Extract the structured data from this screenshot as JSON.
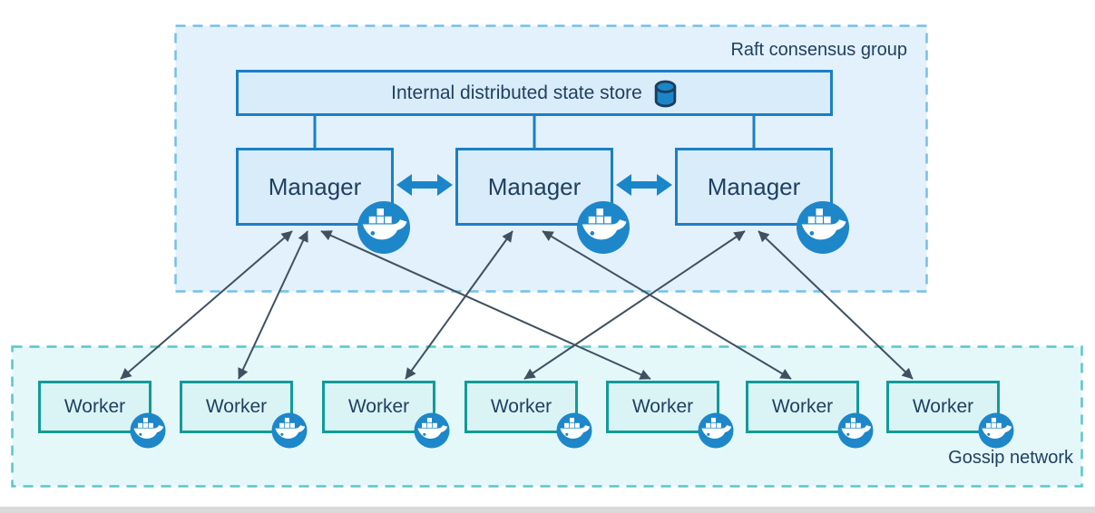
{
  "diagram": {
    "raft_group": {
      "label": "Raft consensus group"
    },
    "gossip_group": {
      "label": "Gossip network"
    },
    "state_store": {
      "label": "Internal distributed state store",
      "icon": "database-icon"
    },
    "managers": [
      {
        "id": "manager-1",
        "label": "Manager",
        "icon": "docker-icon"
      },
      {
        "id": "manager-2",
        "label": "Manager",
        "icon": "docker-icon"
      },
      {
        "id": "manager-3",
        "label": "Manager",
        "icon": "docker-icon"
      }
    ],
    "workers": [
      {
        "id": "worker-1",
        "label": "Worker",
        "icon": "docker-icon"
      },
      {
        "id": "worker-2",
        "label": "Worker",
        "icon": "docker-icon"
      },
      {
        "id": "worker-3",
        "label": "Worker",
        "icon": "docker-icon"
      },
      {
        "id": "worker-4",
        "label": "Worker",
        "icon": "docker-icon"
      },
      {
        "id": "worker-5",
        "label": "Worker",
        "icon": "docker-icon"
      },
      {
        "id": "worker-6",
        "label": "Worker",
        "icon": "docker-icon"
      },
      {
        "id": "worker-7",
        "label": "Worker",
        "icon": "docker-icon"
      }
    ],
    "connections": {
      "store_to_managers": [
        "manager-1",
        "manager-2",
        "manager-3"
      ],
      "manager_peer_links": [
        [
          "manager-1",
          "manager-2"
        ],
        [
          "manager-2",
          "manager-3"
        ]
      ],
      "manager_worker_links": [
        [
          "manager-1",
          "worker-1"
        ],
        [
          "manager-1",
          "worker-2"
        ],
        [
          "manager-1",
          "worker-5"
        ],
        [
          "manager-2",
          "worker-3"
        ],
        [
          "manager-2",
          "worker-6"
        ],
        [
          "manager-3",
          "worker-4"
        ],
        [
          "manager-3",
          "worker-7"
        ]
      ]
    },
    "colors": {
      "text": "#1f4060",
      "manager_border": "#1b7fc5",
      "manager_fill": "#d9ecfa",
      "worker_border": "#119b99",
      "worker_fill": "#daf4f5",
      "raft_box_fill": "#e2f1fb",
      "raft_box_border": "#74bfe8",
      "gossip_box_fill": "#e4f8f9",
      "gossip_box_border": "#5ac6c8",
      "thin_arrow": "#3f5161",
      "thick_arrow": "#1a86c9",
      "docker_blue": "#1d87c9"
    }
  }
}
